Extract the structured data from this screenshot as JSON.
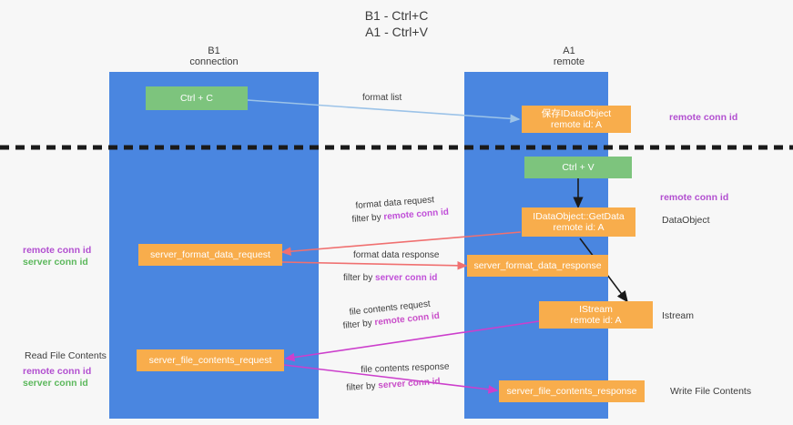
{
  "title": {
    "line1": "B1 - Ctrl+C",
    "line2": "A1 - Ctrl+V"
  },
  "lanes": [
    {
      "name": "left",
      "title_line1": "B1",
      "title_line2": "connection",
      "color": "#4a86e0"
    },
    {
      "name": "right",
      "title_line1": "A1",
      "title_line2": "remote",
      "color": "#4a86e0"
    }
  ],
  "boxes": {
    "ctrl_c": {
      "label": "Ctrl + C",
      "color": "#7dc47d"
    },
    "ctrl_v": {
      "label": "Ctrl + V",
      "color": "#7dc47d"
    },
    "save_dataobject": {
      "line1": "保存IDataObject",
      "line2": "remote id: A",
      "color": "#f8ad4c"
    },
    "getdata": {
      "line1": "IDataObject::GetData",
      "line2": "remote id: A",
      "color": "#f8ad4c"
    },
    "server_format_data_request": {
      "label": "server_format_data_request",
      "color": "#f8ad4c"
    },
    "server_format_data_response": {
      "label": "server_format_data_response",
      "color": "#f8ad4c"
    },
    "istream": {
      "line1": "IStream",
      "line2": "remote id: A",
      "color": "#f8ad4c"
    },
    "server_file_contents_request": {
      "label": "server_file_contents_request",
      "color": "#f8ad4c"
    },
    "server_file_contents_response": {
      "label": "server_file_contents_response",
      "color": "#f8ad4c"
    }
  },
  "edge_labels": {
    "format_list": "format list",
    "format_data_request": "format data request",
    "format_data_request_filter_prefix": "filter by ",
    "format_data_request_filter_key": "remote conn id",
    "format_data_response": "format data response",
    "format_data_response_filter_prefix": "filter by ",
    "format_data_response_filter_key": "server conn id",
    "file_contents_request": "file contents request",
    "file_contents_request_filter_prefix": "filter by ",
    "file_contents_request_filter_key": "remote conn id",
    "file_contents_response": "file contents response",
    "file_contents_response_filter_prefix": "filter by ",
    "file_contents_response_filter_key": "server conn id"
  },
  "annotations": {
    "right_remote_conn_id_top": "remote conn id",
    "right_remote_conn_id_mid": "remote conn id",
    "right_dataobject": "DataObject",
    "right_istream": "Istream",
    "right_write_file_contents": "Write File Contents",
    "left_remote_conn_id_mid": "remote conn id",
    "left_server_conn_id_mid": "server conn id",
    "left_read_file_contents": "Read File Contents",
    "left_remote_conn_id_bottom": "remote conn id",
    "left_server_conn_id_bottom": "server conn id"
  },
  "colors": {
    "lane": "#4a86e0",
    "green_box": "#7dc47d",
    "orange_box": "#f8ad4c",
    "purple_text": "#b24fd0",
    "green_text": "#5cb85c",
    "arrow_blue": "#9cc3e8",
    "arrow_red": "#f07070",
    "arrow_magenta": "#cc3fcc",
    "arrow_black": "#1a1a1a",
    "background": "#f7f7f7"
  }
}
